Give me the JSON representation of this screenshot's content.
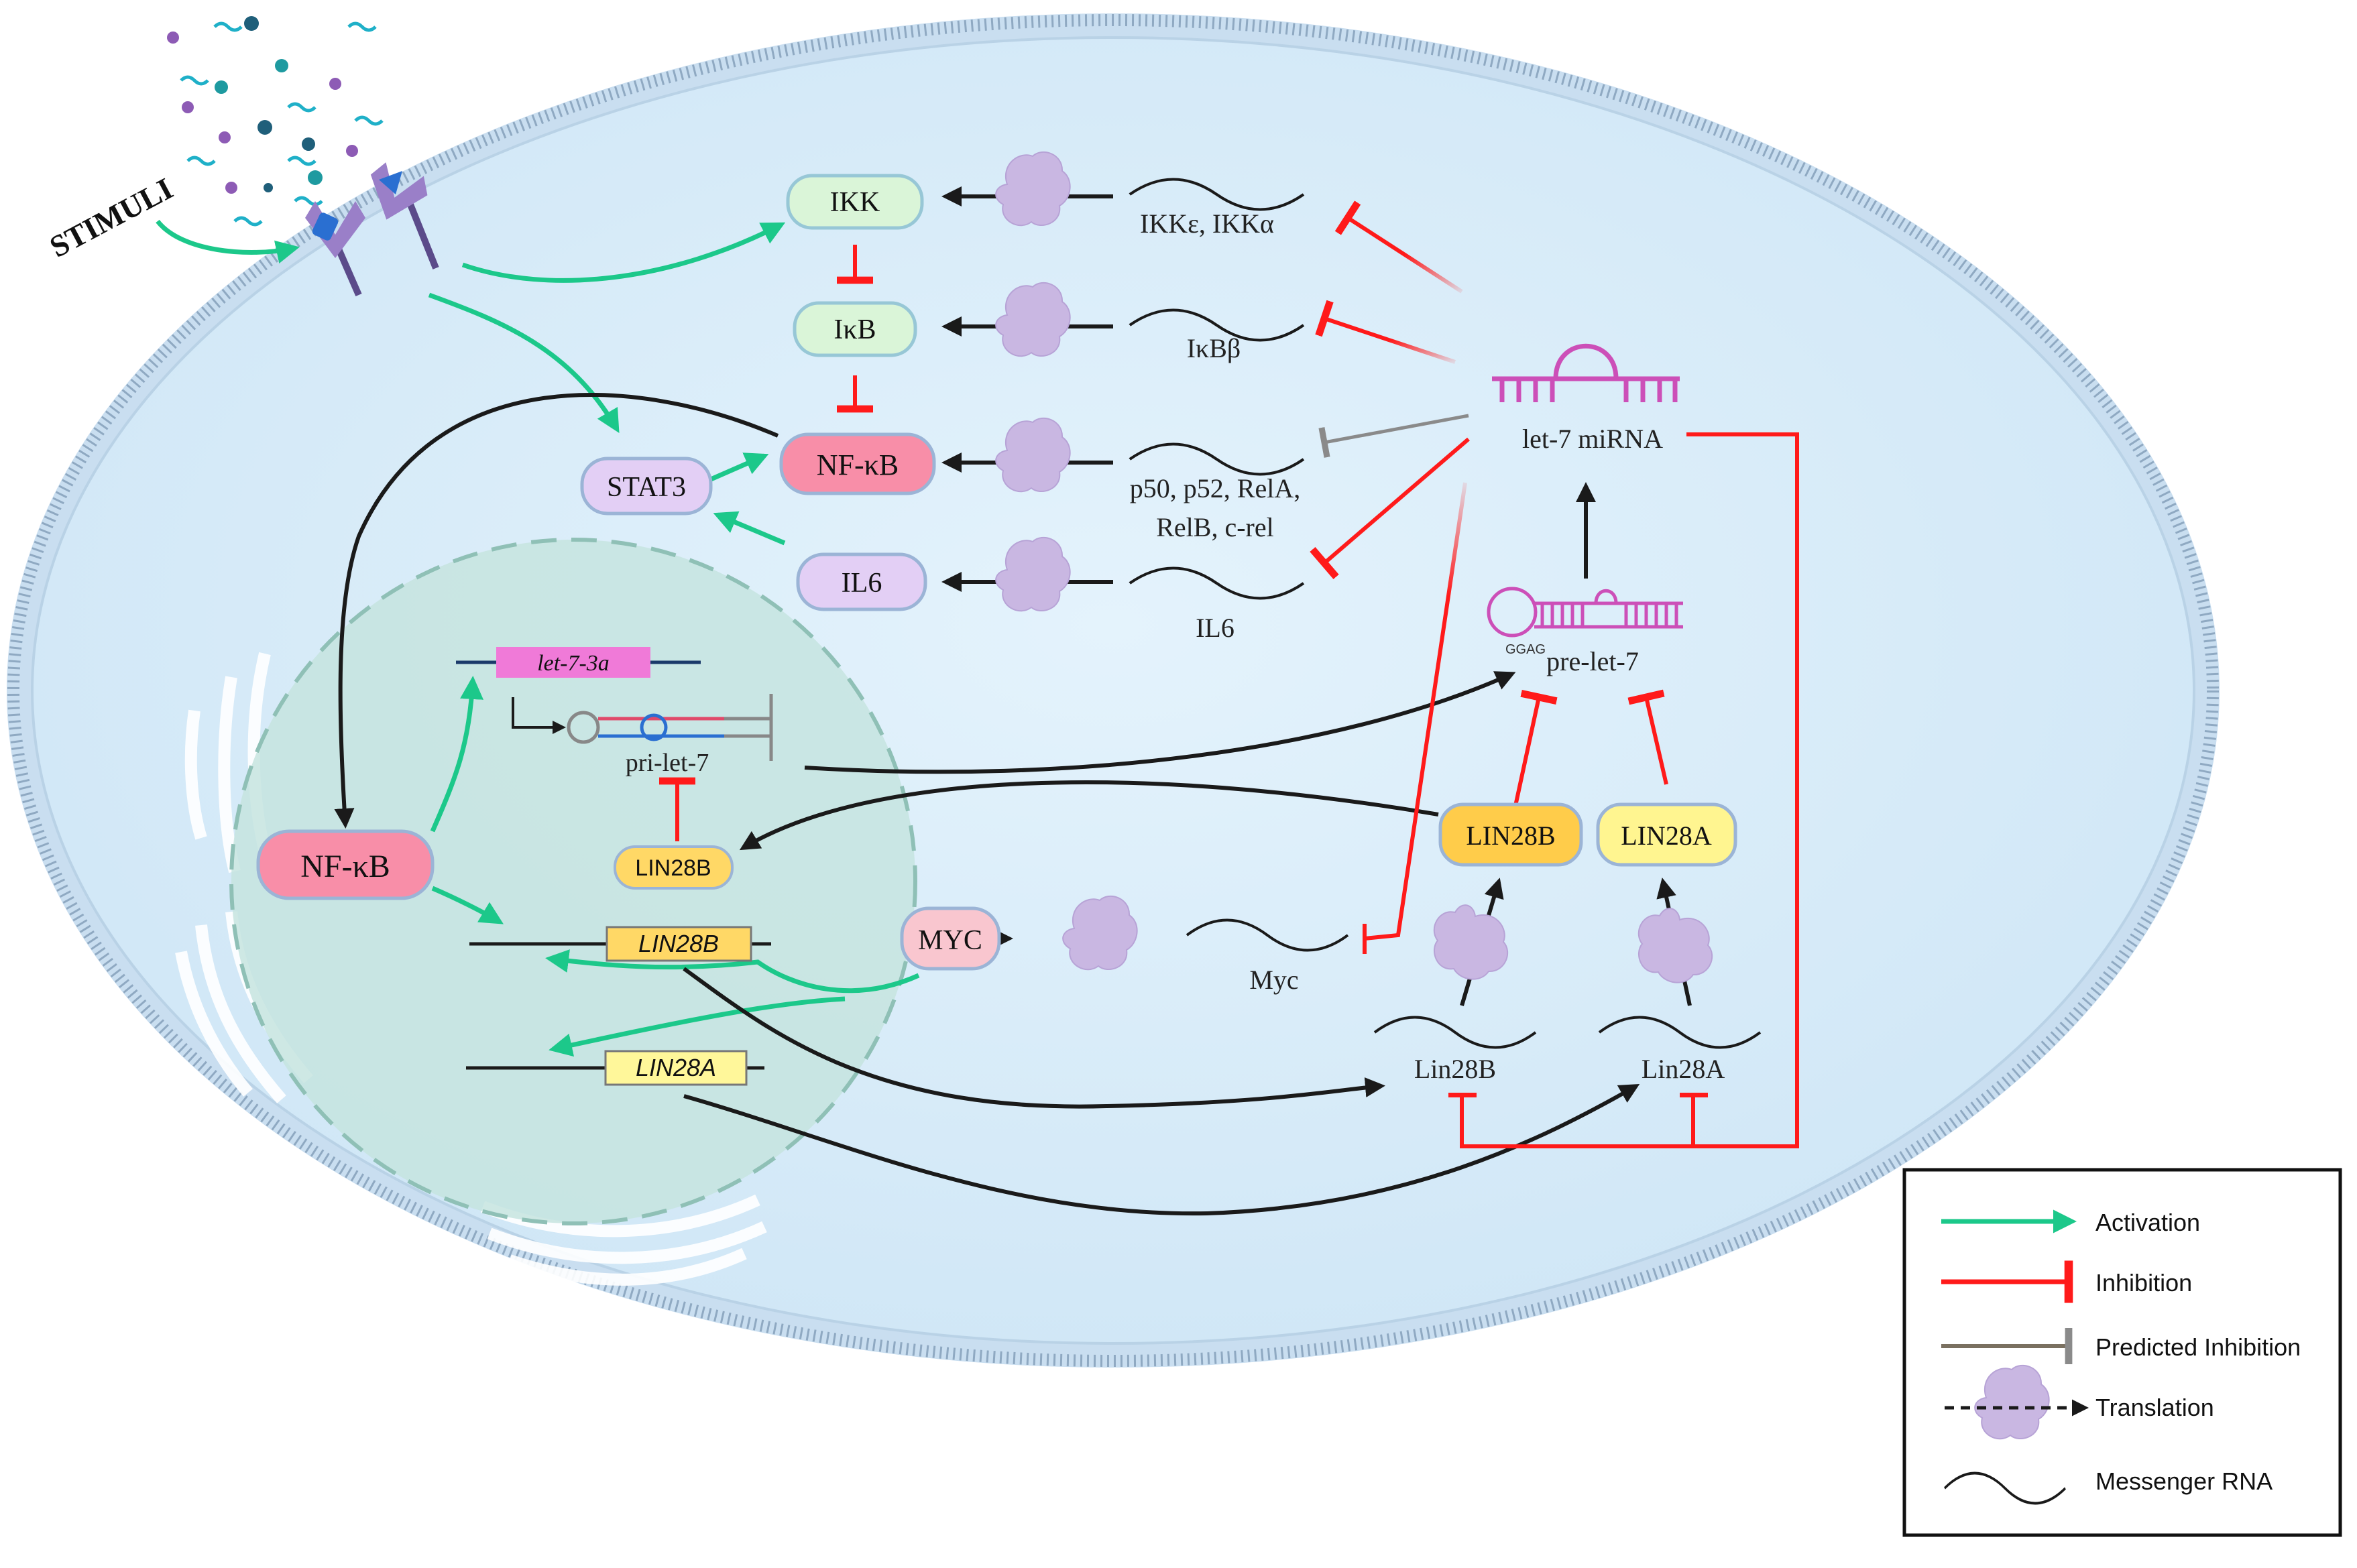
{
  "stimuli": {
    "label": "STIMULI"
  },
  "nodes": {
    "ikk": "IKK",
    "ikb": "IκB",
    "nfkb_cyto": "NF-κB",
    "stat3": "STAT3",
    "il6": "IL6",
    "nfkb_nucleus": "NF-κB",
    "lin28b_nucleus": "LIN28B",
    "myc": "MYC",
    "lin28b": "LIN28B",
    "lin28a": "LIN28A"
  },
  "genes": {
    "let7_3a": "let-7-3a",
    "lin28b_gene": "LIN28B",
    "lin28a_gene": "LIN28A"
  },
  "rna_labels": {
    "ikk_mrna": "IKKε, IKKα",
    "ikb_mrna": "IκBβ",
    "nfkb_mrna_line1": "p50, p52, RelA,",
    "nfkb_mrna_line2": "RelB, c-rel",
    "il6_mrna": "IL6",
    "let7_mirna": "let-7 miRNA",
    "pre_let7": "pre-let-7",
    "pri_let7": "pri-let-7",
    "ggag": "GGAG",
    "myc_mrna": "Myc",
    "lin28b_mrna": "Lin28B",
    "lin28a_mrna": "Lin28A"
  },
  "legend": {
    "items": [
      {
        "label": "Activation",
        "icon": "green-arrow-icon"
      },
      {
        "label": "Inhibition",
        "icon": "red-tbar-icon"
      },
      {
        "label": "Predicted Inhibition",
        "icon": "gray-tbar-icon"
      },
      {
        "label": "Translation",
        "icon": "ribosome-icon"
      },
      {
        "label": "Messenger RNA",
        "icon": "mrna-wave-icon"
      }
    ]
  },
  "colors": {
    "activation": "#1cc88a",
    "inhibition": "#ff1a1a",
    "predicted_inhibition": "#8a8a8a",
    "cell_fill": "#d8ecf8",
    "nucleus_fill": "#c9e6e2",
    "green_node": "#daf5d8",
    "pink_node": "#f88ea8",
    "purple_node": "#e3cff5",
    "yellow_node": "#ffd866",
    "mirna": "#cc4fb8"
  }
}
